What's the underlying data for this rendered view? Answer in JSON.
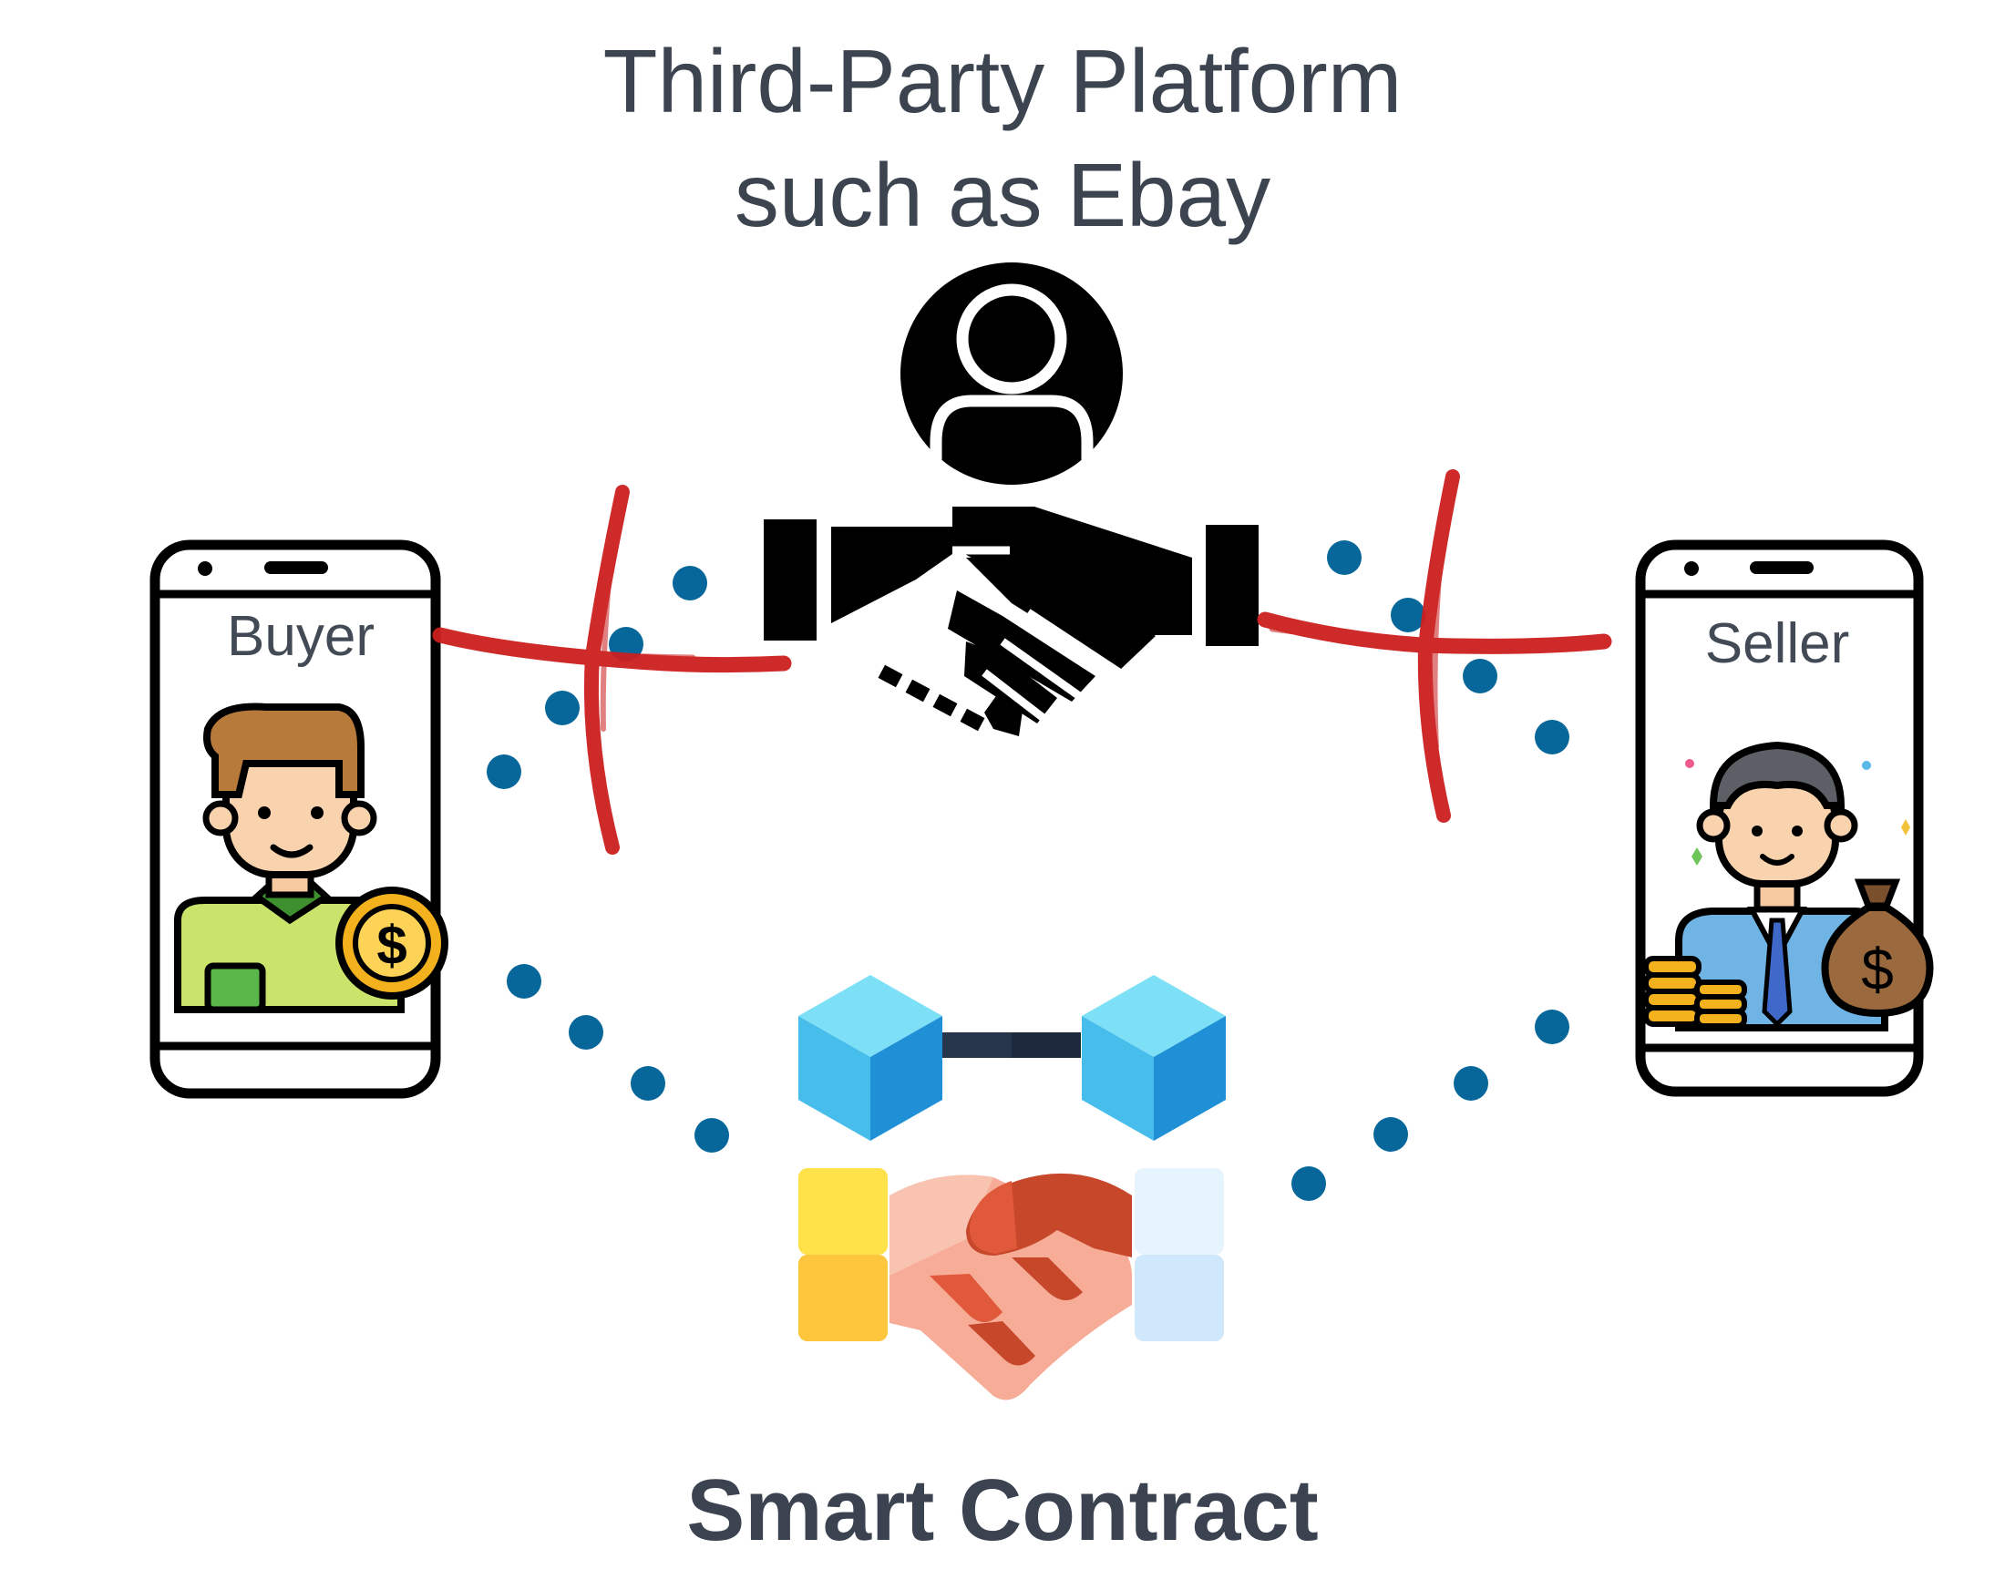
{
  "title": {
    "line1": "Third-Party Platform",
    "line2": "such as Ebay"
  },
  "buyer": {
    "label": "Buyer"
  },
  "seller": {
    "label": "Seller"
  },
  "footer": {
    "label": "Smart Contract"
  },
  "colors": {
    "text": "#3c4450",
    "cross": "#cc1f1f",
    "dots": "#08679a",
    "block_light": "#7ee0f7",
    "block_mid": "#46bdeb",
    "block_dark": "#1f8fd6",
    "chain_link": "#27364c",
    "coin": "#f2b11d",
    "buyer_shirt": "#c9e36b",
    "seller_suit": "#6fb4e4",
    "money_bag": "#9a6a3e"
  },
  "icons": {
    "platform": "user-circle-icon",
    "platform_deal": "handshake-icon",
    "buyer": "buyer-avatar-icon",
    "seller": "seller-avatar-icon",
    "blockchain": "blockchain-icon",
    "contract": "colored-handshake-icon",
    "cancel": "cross-mark-icon"
  }
}
